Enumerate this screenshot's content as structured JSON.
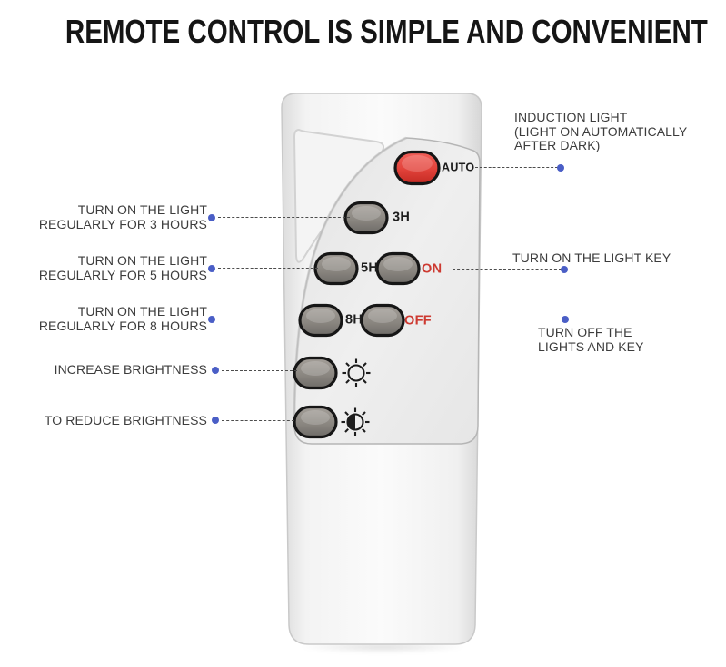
{
  "title": "REMOTE CONTROL IS SIMPLE AND CONVENIENT",
  "remote": {
    "device": "remote-control",
    "buttons": {
      "auto": "AUTO",
      "h3": "3H",
      "h5": "5H",
      "on": "ON",
      "h8": "8H",
      "off": "OFF"
    },
    "icons": {
      "brightness_up": "sun-icon",
      "brightness_down": "sun-half-icon"
    },
    "colors": {
      "auto_button": "#e2423a",
      "on_off_text": "#cd3a31",
      "button_gray": "#8f8b86",
      "body": "#f4f4f4",
      "panel": "#e9e9e9"
    }
  },
  "annotations": {
    "colors": {
      "dot": "#4a5ec6",
      "line": "#4d4d4d",
      "text": "#3c3c3c"
    },
    "left": [
      {
        "lines": [
          "TURN ON THE LIGHT",
          "REGULARLY FOR 3 HOURS"
        ]
      },
      {
        "lines": [
          "TURN ON THE LIGHT",
          "REGULARLY FOR 5 HOURS"
        ]
      },
      {
        "lines": [
          "TURN ON THE LIGHT",
          "REGULARLY FOR 8 HOURS"
        ]
      },
      {
        "lines": [
          "INCREASE BRIGHTNESS"
        ]
      },
      {
        "lines": [
          "TO REDUCE BRIGHTNESS"
        ]
      }
    ],
    "right": [
      {
        "lines": [
          "INDUCTION LIGHT",
          "(LIGHT ON AUTOMATICALLY",
          "AFTER DARK)"
        ]
      },
      {
        "lines": [
          "TURN ON THE LIGHT KEY"
        ]
      },
      {
        "lines": [
          "TURN OFF THE",
          "LIGHTS AND KEY"
        ]
      }
    ]
  }
}
